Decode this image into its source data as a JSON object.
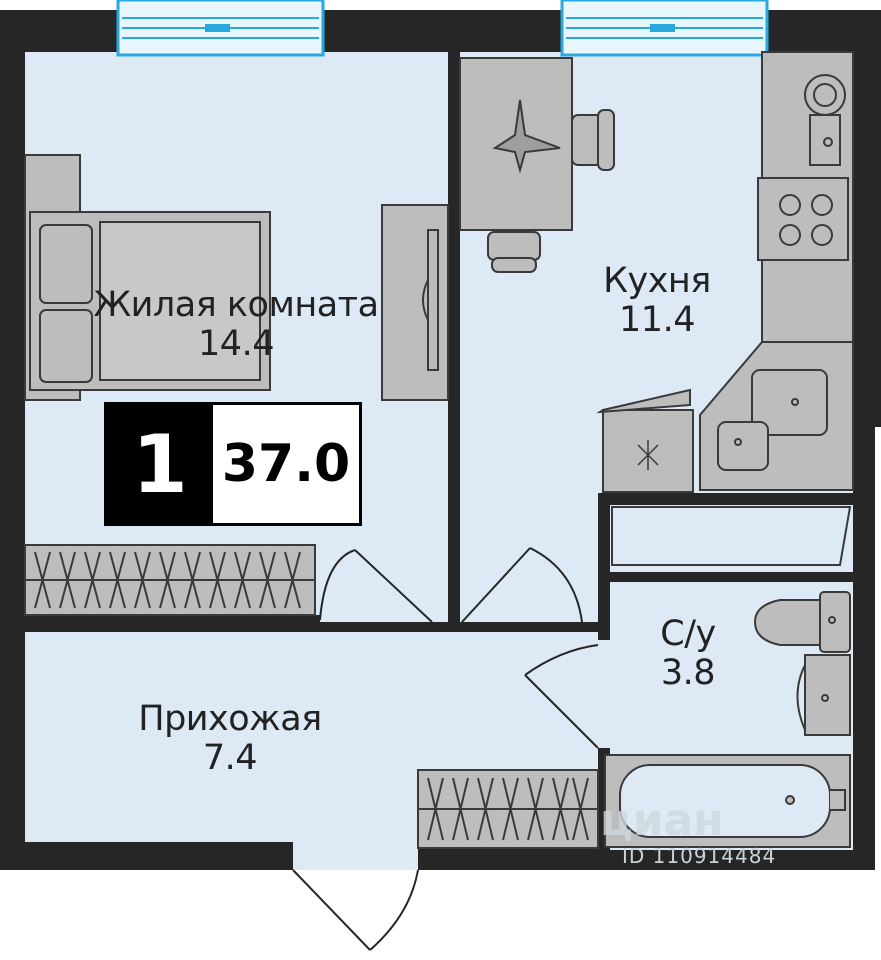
{
  "plan": {
    "colors": {
      "wall": "#262626",
      "floor": "#dde9f4",
      "furniture": "#bdbdbd",
      "furniture_stroke": "#3a3a3a",
      "window": "#29a8e0",
      "badge_bg": "#000000"
    },
    "rooms": [
      {
        "id": "living",
        "name": "Жилая комната",
        "area": "14.4"
      },
      {
        "id": "kitchen",
        "name": "Кухня",
        "area": "11.4"
      },
      {
        "id": "bathroom",
        "name": "С/у",
        "area": "3.8"
      },
      {
        "id": "hall",
        "name": "Прихожая",
        "area": "7.4"
      }
    ],
    "badge": {
      "rooms_count": "1",
      "total_area": "37.0"
    },
    "watermark": {
      "logo": "циан",
      "id_text": "ID 110914484"
    }
  }
}
